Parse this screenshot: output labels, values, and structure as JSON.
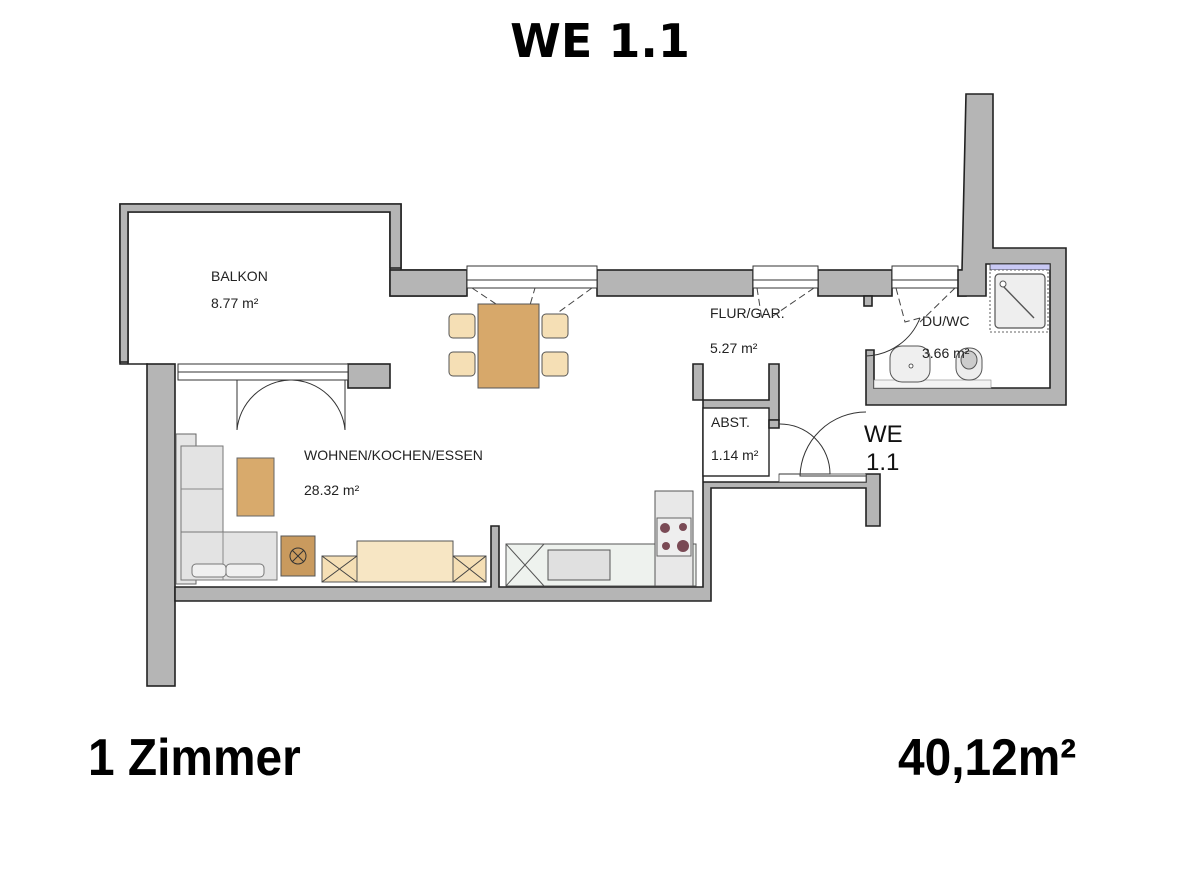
{
  "header": {
    "title": "WE 1.1"
  },
  "footer": {
    "rooms": "1 Zimmer",
    "total_area": "40,12m²"
  },
  "plan": {
    "unit_label_line1": "WE",
    "unit_label_line2": "1.1",
    "rooms": [
      {
        "name": "BALKON",
        "area": "8.77 m²"
      },
      {
        "name": "WOHNEN/KOCHEN/ESSEN",
        "area": "28.32 m²"
      },
      {
        "name": "FLUR/GAR.",
        "area": "5.27 m²"
      },
      {
        "name": "DU/WC",
        "area": "3.66 m²"
      },
      {
        "name": "ABST.",
        "area": "1.14 m²"
      }
    ],
    "colors": {
      "wall": "#b5b5b5",
      "wood": "#d8aa6c",
      "chair": "#f5dfb5",
      "sofa": "#e2e2e2"
    }
  }
}
